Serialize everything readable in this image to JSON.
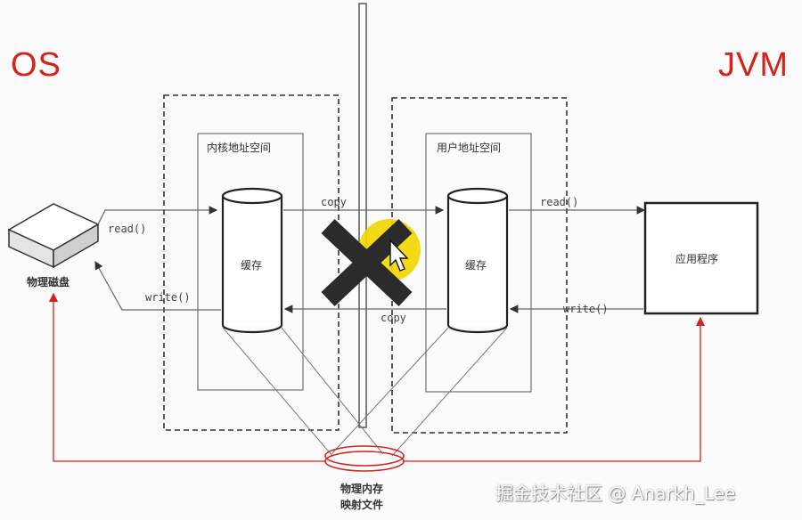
{
  "labels": {
    "os": "OS",
    "jvm": "JVM",
    "disk": "物理磁盘",
    "kernel_space": "内核地址空间",
    "user_space": "用户地址空间",
    "kernel_cache": "缓存",
    "user_cache": "缓存",
    "app": "应用程序",
    "mapped_memory_line1": "物理内存",
    "mapped_memory_line2": "映射文件",
    "read_disk": "read()",
    "write_disk": "write()",
    "copy_top": "copy",
    "copy_bottom": "copy",
    "read_app": "read()",
    "write_app": "write()"
  },
  "watermark": "掘金技术社区 @ Anarkh_Lee",
  "colors": {
    "accent_red": "#d6231a",
    "cross": "#2b2b2b",
    "highlight": "#f2d600",
    "line": "#555555"
  },
  "icons": {
    "cross": "x-mark-icon",
    "cursor": "cursor-icon",
    "disk": "hard-disk-icon"
  }
}
